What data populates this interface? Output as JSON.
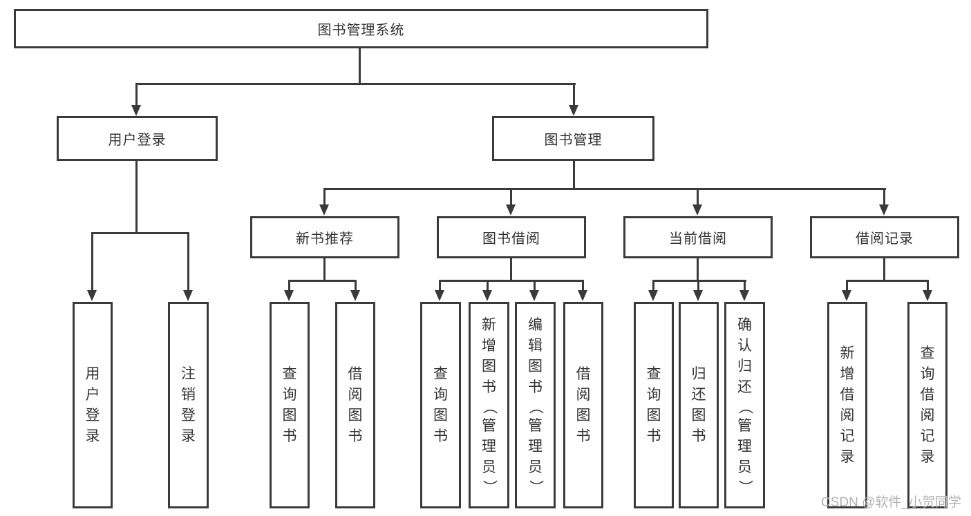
{
  "diagram": {
    "root": {
      "label": "图书管理系统"
    },
    "branches": [
      {
        "label": "用户登录",
        "children": [
          {
            "label": "用户登录"
          },
          {
            "label": "注销登录"
          }
        ]
      },
      {
        "label": "图书管理",
        "children": [
          {
            "label": "新书推荐",
            "children": [
              {
                "label": "查询图书"
              },
              {
                "label": "借阅图书"
              }
            ]
          },
          {
            "label": "图书借阅",
            "children": [
              {
                "label": "查询图书"
              },
              {
                "label": "新增图书（管理员）"
              },
              {
                "label": "编辑图书（管理员）"
              },
              {
                "label": "借阅图书"
              }
            ]
          },
          {
            "label": "当前借阅",
            "children": [
              {
                "label": "查询图书"
              },
              {
                "label": "归还图书"
              },
              {
                "label": "确认归还（管理员）"
              }
            ]
          },
          {
            "label": "借阅记录",
            "children": [
              {
                "label": "新增借阅记录"
              },
              {
                "label": "查询借阅记录"
              }
            ]
          }
        ]
      }
    ]
  },
  "watermark": "CSDN @软件_小贺同学",
  "colors": {
    "line": "#3a3a3a",
    "text": "#333333",
    "watermark": "#b2b2b2",
    "background": "#ffffff"
  }
}
